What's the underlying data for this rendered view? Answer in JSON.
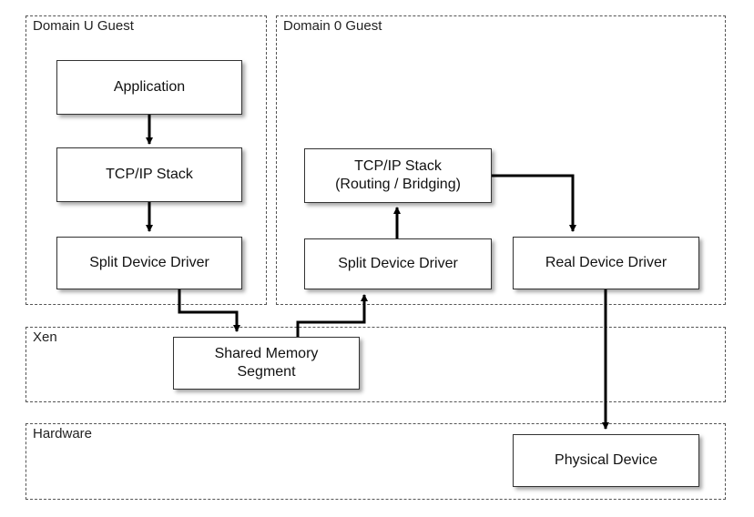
{
  "regions": {
    "domu": "Domain U Guest",
    "dom0": "Domain 0 Guest",
    "xen": "Xen",
    "hardware": "Hardware"
  },
  "boxes": {
    "application": "Application",
    "domu_tcpip": "TCP/IP Stack",
    "domu_split": "Split Device Driver",
    "dom0_tcpip": "TCP/IP Stack\n(Routing / Bridging)",
    "dom0_split": "Split Device Driver",
    "real_driver": "Real Device Driver",
    "shared_memory": "Shared Memory\nSegment",
    "physical_device": "Physical Device"
  },
  "colors": {
    "line": "#000000",
    "border": "#333333"
  }
}
